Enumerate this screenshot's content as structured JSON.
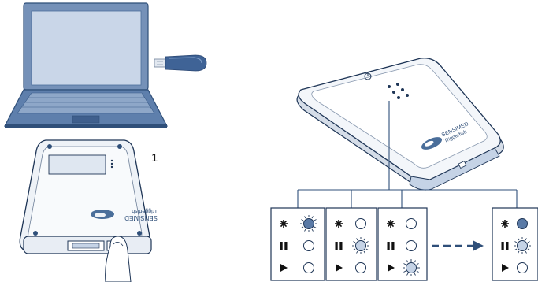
{
  "figure": {
    "step_number": "1",
    "device": {
      "brand": "SENSIMED",
      "product": "Triggerfish"
    },
    "indicator_panels": [
      {
        "name": "panel-1",
        "leds": {
          "star": "off",
          "pause": "off",
          "play": "off"
        }
      },
      {
        "name": "panel-2",
        "leds": {
          "star": "blinking",
          "pause": "off",
          "play": "off"
        }
      },
      {
        "name": "panel-3",
        "leds": {
          "star": "off",
          "pause": "blinking",
          "play": "off"
        }
      },
      {
        "name": "panel-4",
        "leds": {
          "star": "off",
          "pause": "off",
          "play": "blinking"
        }
      },
      {
        "name": "panel-5",
        "leds": {
          "star": "on",
          "pause": "blinking",
          "play": "off"
        }
      }
    ],
    "colors": {
      "accent_blue": "#4a6e9a",
      "dark_blue": "#2f4f79",
      "light_blue": "#c5d3e6",
      "led_fill": "#5a7aa6",
      "outline": "#1e3556"
    }
  }
}
